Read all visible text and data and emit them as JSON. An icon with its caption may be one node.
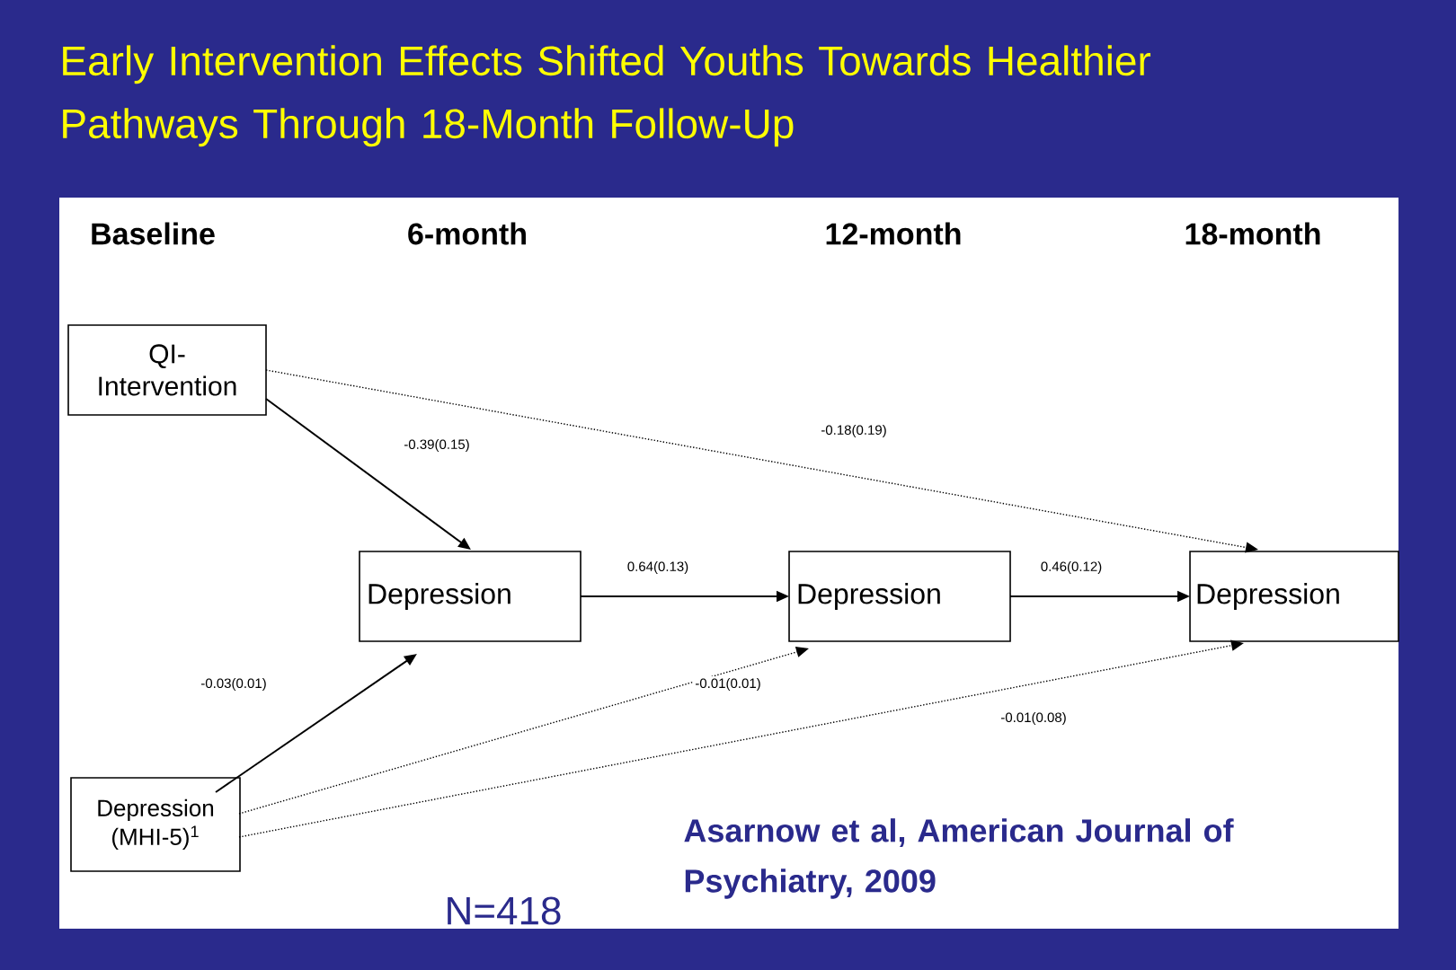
{
  "diagram": {
    "title": "Early Intervention Effects Shifted Youths Towards Healthier Pathways Through 18-Month Follow-Up",
    "nodes": [
      {
        "text": [
          "QI-Intervention"
        ]
      },
      {
        "text": [
          "Depression"
        ]
      },
      {
        "text": [
          "Depression"
        ]
      },
      {
        "text": [
          "Depression"
        ]
      },
      {
        "text": [
          "Depression (MHI-5)$^{1}$"
        ]
      }
    ],
    "edges": [
      {
        "from": 0,
        "to": 1,
        "arrow": "to",
        "label": "-0.39(0.15)"
      },
      {
        "from": 0,
        "to": 3,
        "arrow": "to",
        "label": "-0.18(0.19)",
        "style": "dashed"
      },
      {
        "from": 1,
        "to": 2,
        "arrow": "to",
        "label": "0.64(0.13)"
      },
      {
        "from": 2,
        "to": 3,
        "arrow": "to",
        "label": "0.46(0.12)"
      },
      {
        "from": 4,
        "to": 1,
        "arrow": "to",
        "label": "-0.03(0.01)"
      },
      {
        "from": 4,
        "to": 2,
        "arrow": "to",
        "label": "-0.01(0.01)",
        "style": "dashed"
      },
      {
        "from": 4,
        "to": 3,
        "arrow": "to",
        "label": "-0.01(0.08)",
        "style": "dashed"
      }
    ],
    "labels": [
      "Baseline",
      "6-month",
      "12-month",
      "18-month",
      "N=418",
      "Asarnow et al, American Journal of Psychiatry, 2009"
    ]
  }
}
